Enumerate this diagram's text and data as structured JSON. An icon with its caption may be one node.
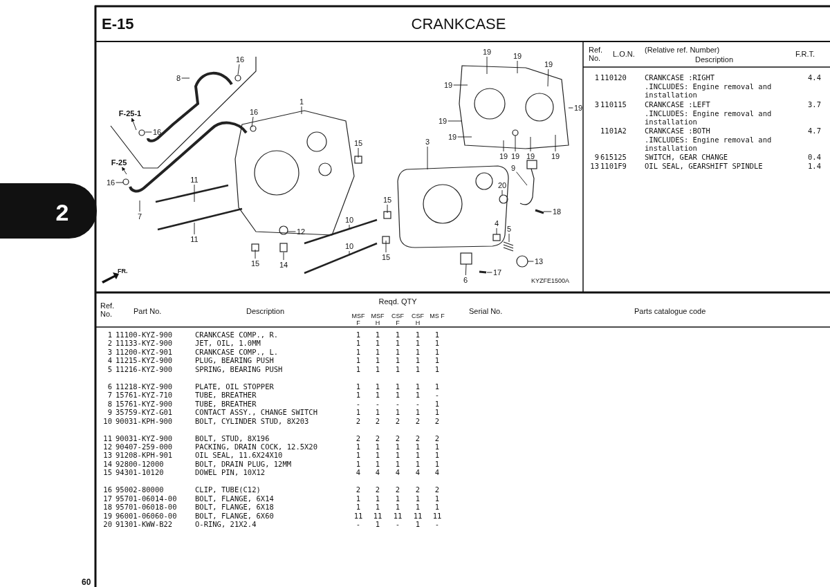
{
  "diagram": {
    "title": "CRANKCASE",
    "nodes": [
      {
        "text": [
          "16"
        ]
      },
      {
        "text": [
          "8"
        ]
      },
      {
        "text": [
          "F-25-1"
        ]
      },
      {
        "text": [
          "16"
        ]
      },
      {
        "text": [
          "16"
        ]
      },
      {
        "text": [
          "1"
        ]
      },
      {
        "text": [
          "15"
        ]
      },
      {
        "text": [
          "F-25"
        ]
      },
      {
        "text": [
          "16"
        ]
      },
      {
        "text": [
          "11"
        ]
      },
      {
        "text": [
          "7"
        ]
      },
      {
        "text": [
          "11"
        ]
      },
      {
        "text": [
          "12"
        ]
      },
      {
        "text": [
          "15"
        ]
      },
      {
        "text": [
          "14"
        ]
      },
      {
        "text": [
          "10"
        ]
      },
      {
        "text": [
          "10"
        ]
      },
      {
        "text": [
          "19"
        ]
      },
      {
        "text": [
          "19"
        ]
      },
      {
        "text": [
          "19"
        ]
      },
      {
        "text": [
          "19"
        ]
      },
      {
        "text": [
          "19"
        ]
      },
      {
        "text": [
          "19"
        ]
      },
      {
        "text": [
          "19"
        ]
      },
      {
        "text": [
          "19"
        ]
      },
      {
        "text": [
          "19"
        ]
      },
      {
        "text": [
          "19"
        ]
      },
      {
        "text": [
          "19"
        ]
      },
      {
        "text": [
          "3"
        ]
      },
      {
        "text": [
          "9"
        ]
      },
      {
        "text": [
          "20"
        ]
      },
      {
        "text": [
          "18"
        ]
      },
      {
        "text": [
          "15"
        ]
      },
      {
        "text": [
          "4"
        ]
      },
      {
        "text": [
          "5"
        ]
      },
      {
        "text": [
          "15"
        ]
      },
      {
        "text": [
          "13"
        ]
      },
      {
        "text": [
          "6"
        ]
      },
      {
        "text": [
          "17"
        ]
      }
    ],
    "edges": [
      {
        "from": 0,
        "to": null,
        "arrow": "none"
      },
      {
        "from": 1,
        "to": null,
        "arrow": "none"
      },
      {
        "from": null,
        "to": 2,
        "arrow": "to"
      },
      {
        "from": 3,
        "to": null,
        "arrow": "none"
      },
      {
        "from": 4,
        "to": null,
        "arrow": "none"
      },
      {
        "from": 5,
        "to": null,
        "arrow": "none"
      },
      {
        "from": 6,
        "to": null,
        "arrow": "none"
      },
      {
        "from": null,
        "to": 7,
        "arrow": "to"
      },
      {
        "from": 8,
        "to": null,
        "arrow": "none"
      },
      {
        "from": 9,
        "to": null,
        "arrow": "none"
      },
      {
        "from": 10,
        "to": null,
        "arrow": "none"
      },
      {
        "from": 11,
        "to": null,
        "arrow": "none"
      },
      {
        "from": 12,
        "to": null,
        "arrow": "none"
      },
      {
        "from": 13,
        "to": null,
        "arrow": "none"
      },
      {
        "from": 14,
        "to": null,
        "arrow": "none"
      },
      {
        "from": 15,
        "to": null,
        "arrow": "none"
      },
      {
        "from": 16,
        "to": null,
        "arrow": "none"
      },
      {
        "from": 17,
        "to": null,
        "arrow": "none"
      },
      {
        "from": 18,
        "to": null,
        "arrow": "none"
      },
      {
        "from": 19,
        "to": null,
        "arrow": "none"
      },
      {
        "from": 20,
        "to": null,
        "arrow": "none"
      },
      {
        "from": 21,
        "to": null,
        "arrow": "none"
      },
      {
        "from": 22,
        "to": null,
        "arrow": "none"
      },
      {
        "from": 23,
        "to": null,
        "arrow": "none"
      },
      {
        "from": 24,
        "to": null,
        "arrow": "none"
      },
      {
        "from": 25,
        "to": null,
        "arrow": "none"
      },
      {
        "from": 26,
        "to": null,
        "arrow": "none"
      },
      {
        "from": 27,
        "to": null,
        "arrow": "none"
      },
      {
        "from": 28,
        "to": null,
        "arrow": "none"
      },
      {
        "from": 29,
        "to": null,
        "arrow": "none"
      },
      {
        "from": 30,
        "to": null,
        "arrow": "none"
      },
      {
        "from": 31,
        "to": null,
        "arrow": "none"
      },
      {
        "from": 32,
        "to": null,
        "arrow": "none"
      },
      {
        "from": 33,
        "to": null,
        "arrow": "none"
      },
      {
        "from": 34,
        "to": null,
        "arrow": "none"
      },
      {
        "from": 35,
        "to": null,
        "arrow": "none"
      },
      {
        "from": 36,
        "to": null,
        "arrow": "none"
      },
      {
        "from": 37,
        "to": null,
        "arrow": "none"
      },
      {
        "from": 38,
        "to": null,
        "arrow": "none"
      }
    ],
    "labels": [
      "E-15",
      "2",
      "FR.",
      "KYZFE1500A",
      "Ref. No.",
      "L.O.N.",
      "(Relative ref. Number)",
      "Description",
      "F.R.T.",
      "1",
      "110120",
      "CRANKCASE :RIGHT",
      "4.4",
      ".INCLUDES: Engine removal and installation",
      "3",
      "110115",
      "CRANKCASE :LEFT",
      "3.7",
      ".INCLUDES: Engine removal and installation",
      "1101A2",
      "CRANKCASE :BOTH",
      "4.7",
      ".INCLUDES: Engine removal and installation",
      "9",
      "615125",
      "SWITCH, GEAR CHANGE",
      "0.4",
      "13",
      "1101F9",
      "OIL SEAL, GEARSHIFT SPINDLE",
      "1.4",
      "Ref. No.",
      "Part No.",
      "Description",
      "Reqd. QTY",
      "MSF F",
      "MSF H",
      "CSF F",
      "CSF H",
      "MS F",
      "Serial No.",
      "Parts catalogue code",
      "1",
      "11100-KYZ-900",
      "CRANKCASE COMP., R.",
      "1",
      "1",
      "1",
      "1",
      "1",
      "2",
      "11133-KYZ-900",
      "JET, OIL, 1.0MM",
      "1",
      "1",
      "1",
      "1",
      "1",
      "3",
      "11200-KYZ-901",
      "CRANKCASE COMP., L.",
      "1",
      "1",
      "1",
      "1",
      "1",
      "4",
      "11215-KYZ-900",
      "PLUG, BEARING PUSH",
      "1",
      "1",
      "1",
      "1",
      "1",
      "5",
      "11216-KYZ-900",
      "SPRING, BEARING PUSH",
      "1",
      "1",
      "1",
      "1",
      "1",
      "6",
      "11218-KYZ-900",
      "PLATE, OIL STOPPER",
      "1",
      "1",
      "1",
      "1",
      "1",
      "7",
      "15761-KYZ-710",
      "TUBE, BREATHER",
      "1",
      "1",
      "1",
      "1",
      "-",
      "8",
      "15761-KYZ-900",
      "TUBE, BREATHER",
      "-",
      "-",
      "-",
      "-",
      "1",
      "9",
      "35759-KYZ-G01",
      "CONTACT ASSY., CHANGE SWITCH",
      "1",
      "1",
      "1",
      "1",
      "1",
      "10",
      "90031-KPH-900",
      "BOLT, CYLINDER STUD, 8X203",
      "2",
      "2",
      "2",
      "2",
      "2",
      "11",
      "90031-KYZ-900",
      "BOLT, STUD, 8X196",
      "2",
      "2",
      "2",
      "2",
      "2",
      "12",
      "90407-259-000",
      "PACKING, DRAIN COCK, 12.5X20",
      "1",
      "1",
      "1",
      "1",
      "1",
      "13",
      "91208-KPH-901",
      "OIL SEAL, 11.6X24X10",
      "1",
      "1",
      "1",
      "1",
      "1",
      "14",
      "92800-12000",
      "BOLT, DRAIN PLUG, 12MM",
      "1",
      "1",
      "1",
      "1",
      "1",
      "15",
      "94301-10120",
      "DOWEL PIN, 10X12",
      "4",
      "4",
      "4",
      "4",
      "4",
      "16",
      "95002-80000",
      "CLIP, TUBE(C12)",
      "2",
      "2",
      "2",
      "2",
      "2",
      "17",
      "95701-06014-00",
      "BOLT, FLANGE, 6X14",
      "1",
      "1",
      "1",
      "1",
      "1",
      "18",
      "95701-06018-00",
      "BOLT, FLANGE, 6X18",
      "1",
      "1",
      "1",
      "1",
      "1",
      "19",
      "96001-06060-00",
      "BOLT, FLANGE, 6X60",
      "11",
      "11",
      "11",
      "11",
      "11",
      "20",
      "91301-KWW-B22",
      "O-RING, 21X2.4",
      "-",
      "1",
      "-",
      "1",
      "-",
      "60"
    ]
  }
}
